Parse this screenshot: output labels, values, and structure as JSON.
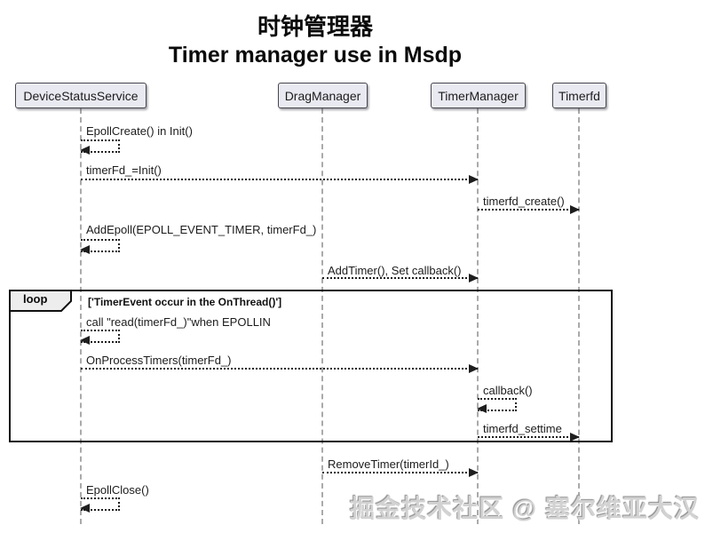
{
  "title": {
    "line1": "时钟管理器",
    "line2": "Timer manager use in Msdp"
  },
  "participants": [
    {
      "name": "DeviceStatusService"
    },
    {
      "name": "DragManager"
    },
    {
      "name": "TimerManager"
    },
    {
      "name": "Timerfd"
    }
  ],
  "messages": [
    {
      "label": "EpollCreate() in Init()",
      "type": "self",
      "from": "DeviceStatusService",
      "to": "DeviceStatusService"
    },
    {
      "label": "timerFd_=Init()",
      "type": "dotted-arrow",
      "from": "DeviceStatusService",
      "to": "TimerManager"
    },
    {
      "label": "timerfd_create()",
      "type": "dotted-arrow",
      "from": "TimerManager",
      "to": "Timerfd"
    },
    {
      "label": "AddEpoll(EPOLL_EVENT_TIMER, timerFd_)",
      "type": "self",
      "from": "DeviceStatusService",
      "to": "DeviceStatusService"
    },
    {
      "label": "AddTimer(), Set callback()",
      "type": "dotted-arrow",
      "from": "DragManager",
      "to": "TimerManager"
    },
    {
      "label": "call \"read(timerFd_)\"when EPOLLIN",
      "type": "self",
      "from": "DeviceStatusService",
      "to": "DeviceStatusService",
      "in_loop": true
    },
    {
      "label": "OnProcessTimers(timerFd_)",
      "type": "dotted-arrow",
      "from": "DeviceStatusService",
      "to": "TimerManager",
      "in_loop": true
    },
    {
      "label": "callback()",
      "type": "self",
      "from": "TimerManager",
      "to": "TimerManager",
      "in_loop": true
    },
    {
      "label": "timerfd_settime",
      "type": "dotted-arrow",
      "from": "TimerManager",
      "to": "Timerfd",
      "in_loop": true
    },
    {
      "label": "RemoveTimer(timerId_)",
      "type": "dotted-arrow",
      "from": "DragManager",
      "to": "TimerManager"
    },
    {
      "label": "EpollClose()",
      "type": "self",
      "from": "DeviceStatusService",
      "to": "DeviceStatusService"
    }
  ],
  "loop": {
    "keyword": "loop",
    "condition": "['TimerEvent occur in the OnThread()']"
  },
  "watermark": "掘金技术社区 @ 塞尔维亚大汉",
  "colors": {
    "participant_fill": "#E9E9F2",
    "participant_border": "#47474F",
    "lifeline": "#AAAAAA",
    "message_line": "#1E1E1E",
    "loop_border": "#111111",
    "loop_tab_fill": "#EDEDED",
    "watermark": "#D2D2D2"
  }
}
